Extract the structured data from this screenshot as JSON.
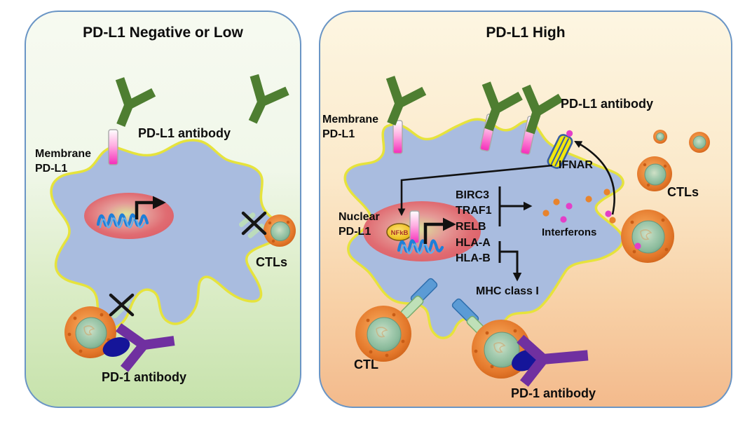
{
  "left_panel": {
    "title": "PD-L1 Negative or Low",
    "membrane_pdl1_label": "Membrane\nPD-L1",
    "pdl1_antibody_label": "PD-L1 antibody",
    "ctls_label": "CTLs",
    "pd1_antibody_label": "PD-1 antibody"
  },
  "right_panel": {
    "title": "PD-L1 High",
    "membrane_pdl1_label": "Membrane\nPD-L1",
    "pdl1_antibody_label": "PD-L1 antibody",
    "ifnar_label": "IFNAR",
    "nuclear_pdl1_label": "Nuclear\nPD-L1",
    "nfkb_label": "NFkB",
    "genes": [
      "BIRC3",
      "TRAF1",
      "RELB",
      "HLA-A",
      "HLA-B"
    ],
    "interferons_label": "Interferons",
    "mhc_class1_label": "MHC class I",
    "ctls_label": "CTLs",
    "ctl_label": "CTL",
    "pd1_antibody_label": "PD-1 antibody"
  },
  "colors": {
    "panel_border": "#6a95c5",
    "left_bg_bottom": "#c6e2ab",
    "right_bg_bottom": "#f3ba8c",
    "tumor_cell_fill": "#a9bcdf",
    "cell_membrane_yellow": "#e6e33c",
    "nucleus_red": "#df646c",
    "nucleus_center_glow": "#d9e098",
    "antibody_green": "#4e7e31",
    "membrane_pdl1_magenta": "#f52cba",
    "pd1_navy": "#151599",
    "pd1_antibody_purple": "#7030a0",
    "ctl_outer_orange": "#e8863e",
    "ctl_inner_green": "#93c2a4",
    "dna_blue": "#1e7fd8",
    "ifnar_yellow": "#f2e80c",
    "nfkb_gold": "#f0c32a",
    "interferon_orange": "#e8832c",
    "interferon_magenta": "#e33fc8",
    "mhc_blue": "#5b9bd5",
    "tcr_green": "#bfe0b8"
  }
}
